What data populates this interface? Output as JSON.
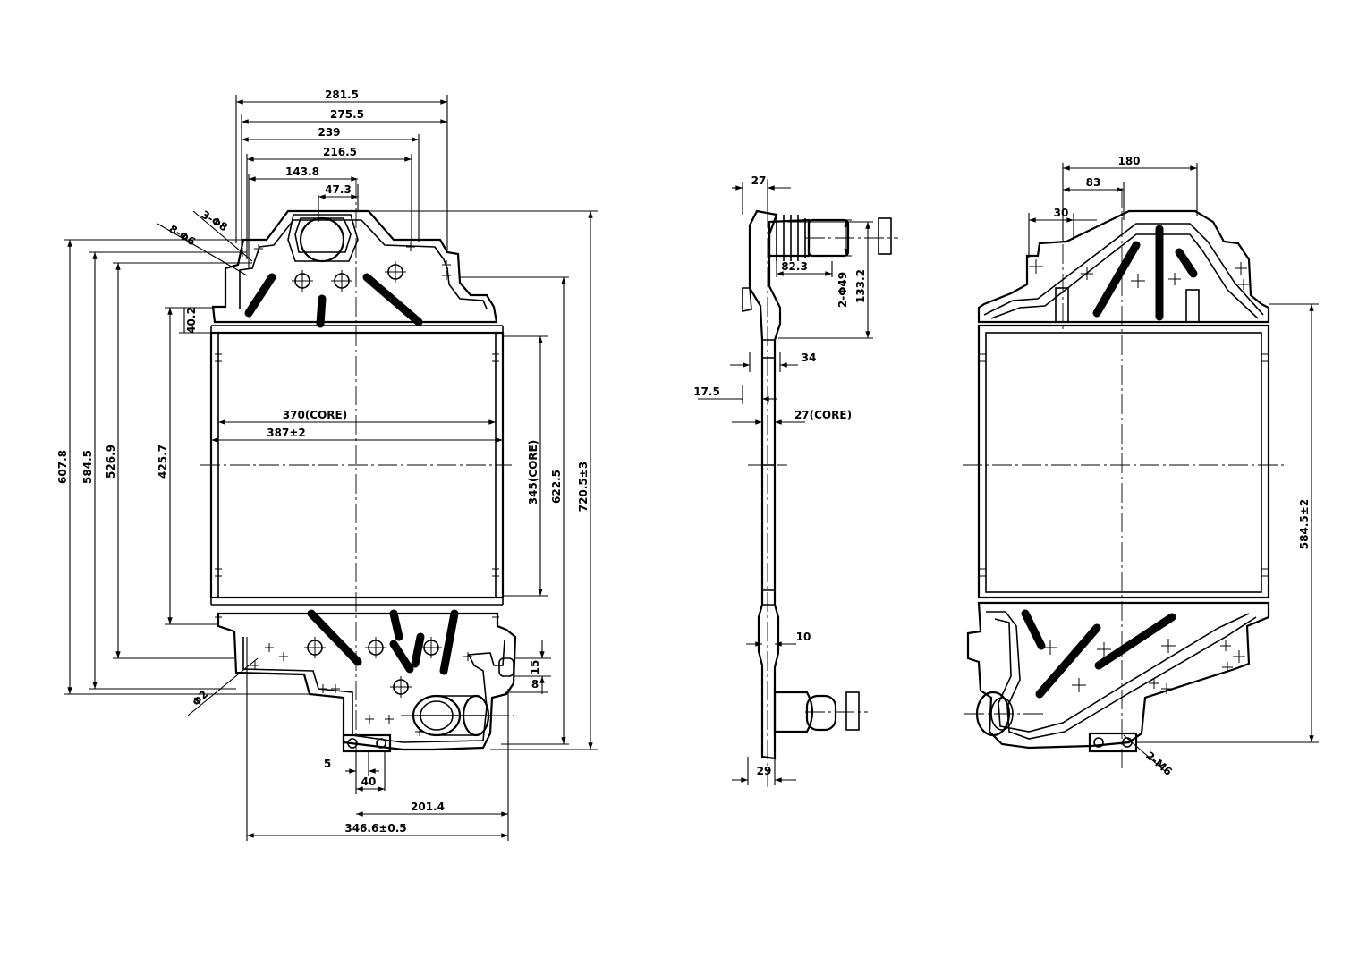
{
  "front_view": {
    "dims": {
      "w281": "281.5",
      "w275": "275.5",
      "w239": "239",
      "w216": "216.5",
      "w143": "143.8",
      "w47": "47.3",
      "h8": "8-Φ6",
      "h3": "3-Φ8",
      "core_w": "370(CORE)",
      "w387": "387±2",
      "h607": "607.8",
      "h584": "584.5",
      "h526": "526.9",
      "h425": "425.7",
      "h40": "40.2",
      "core_h": "345(CORE)",
      "h622": "622.5",
      "h720": "720.5±3",
      "d15": "15",
      "d8": "8",
      "dia2": "Φ2",
      "d5": "5",
      "d40": "40",
      "d201": "201.4",
      "d346": "346.6±0.5"
    }
  },
  "side_view": {
    "dims": {
      "d27": "27",
      "d82": "82.3",
      "d2phi49": "2-Φ49",
      "d133": "133.2",
      "d34": "34",
      "d17": "17.5",
      "d27core": "27(CORE)",
      "d10": "10",
      "d29": "29"
    }
  },
  "rear_view": {
    "dims": {
      "d180": "180",
      "d83": "83",
      "d30": "30",
      "d584": "584.5±2",
      "dm6": "2-M6"
    }
  }
}
